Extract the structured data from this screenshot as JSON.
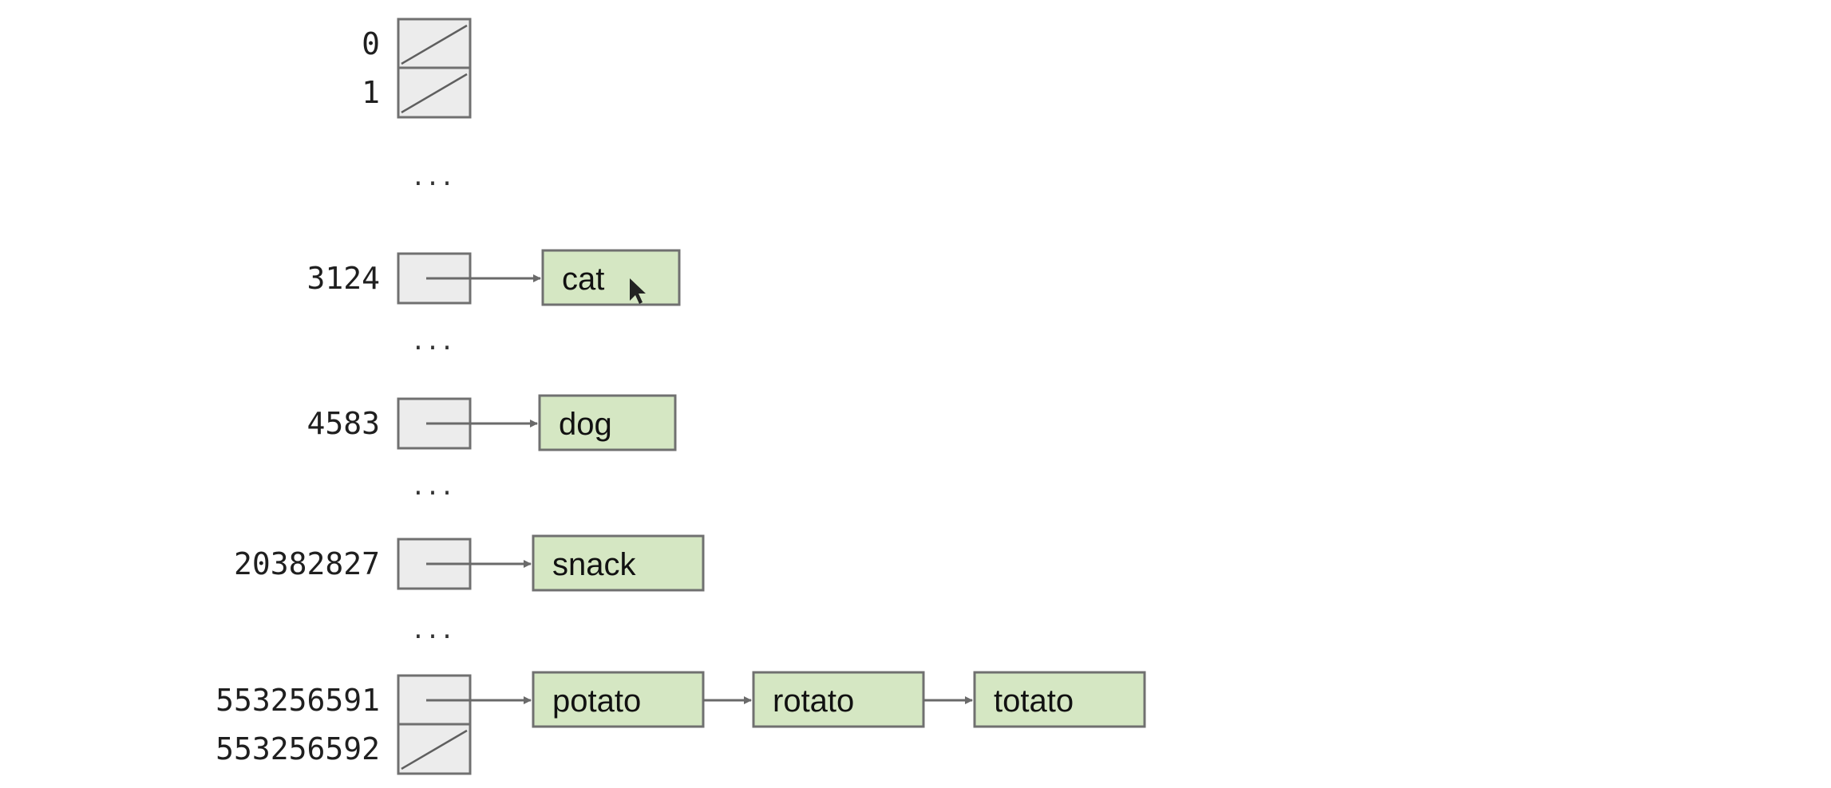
{
  "diagram": {
    "slots": [
      {
        "index": "0",
        "chain": []
      },
      {
        "index": "1",
        "chain": []
      },
      {
        "index": "3124",
        "chain": [
          "cat"
        ]
      },
      {
        "index": "4583",
        "chain": [
          "dog"
        ]
      },
      {
        "index": "20382827",
        "chain": [
          "snack"
        ]
      },
      {
        "index": "553256591",
        "chain": [
          "potato",
          "rotato",
          "totato"
        ]
      },
      {
        "index": "553256592",
        "chain": []
      }
    ],
    "ellipsis": "..."
  },
  "colors": {
    "bucket_fill": "#ececec",
    "node_fill": "#d5e7c3",
    "outline": "#707070"
  }
}
